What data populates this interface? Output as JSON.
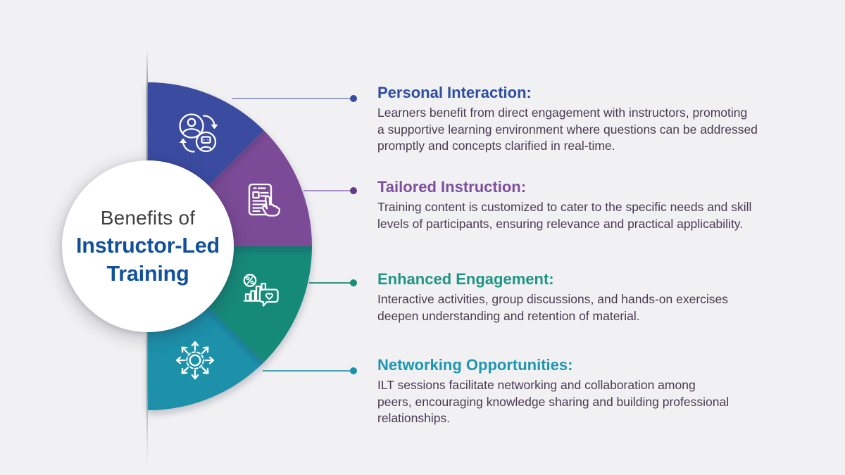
{
  "background_color": "#f1f1f3",
  "center": {
    "prefix": "Benefits of",
    "line2": "Instructor-Led",
    "line3": "Training",
    "prefix_color": "#3f3f42",
    "main_color": "#11509b"
  },
  "body_text_color": "#4a3a52",
  "sections": [
    {
      "title": "Personal Interaction:",
      "body_lines": [
        "Learners benefit from direct engagement with instructors, promoting",
        "a supportive learning environment where questions can be addressed",
        "promptly and concepts clarified in real-time."
      ],
      "body": "Learners benefit from direct engagement with instructors, promoting a supportive learning environment where questions can be addressed promptly and concepts clarified in real-time.",
      "color": "#3a4ba0",
      "heading_color": "#2e4da3",
      "line_color": "#98a0c6",
      "dot_color": "#3a4ba0",
      "icon": "human-bot-interaction-icon"
    },
    {
      "title": "Tailored Instruction:",
      "body_lines": [
        "Training content is customized to cater to the specific needs and skill",
        "levels of participants, ensuring relevance and practical applicability."
      ],
      "body": "Training content is customized to cater to the specific needs and skill levels of participants, ensuring relevance and practical applicability.",
      "color": "#7b4b97",
      "heading_color": "#7d4f9c",
      "line_color": "#a98fc4",
      "dot_color": "#5e3d85",
      "icon": "customized-document-icon"
    },
    {
      "title": "Enhanced Engagement:",
      "body_lines": [
        "Interactive activities, group discussions, and hands-on exercises",
        "deepen understanding and retention of material."
      ],
      "body": "Interactive activities, group discussions, and hands-on exercises deepen understanding and retention of material.",
      "color": "#178a79",
      "heading_color": "#1f9583",
      "line_color": "#35917f",
      "dot_color": "#178a79",
      "icon": "engagement-chart-icon"
    },
    {
      "title": "Networking Opportunities:",
      "body_lines": [
        "ILT sessions facilitate networking and collaboration among",
        "peers, encouraging knowledge sharing and building professional",
        "relationships."
      ],
      "body": "ILT sessions facilitate networking and collaboration among peers, encouraging knowledge sharing and building professional relationships.",
      "color": "#1a91a9",
      "heading_color": "#1d97b1",
      "line_color": "#4da2b5",
      "dot_color": "#1a91a9",
      "icon": "networking-arrows-icon"
    }
  ]
}
